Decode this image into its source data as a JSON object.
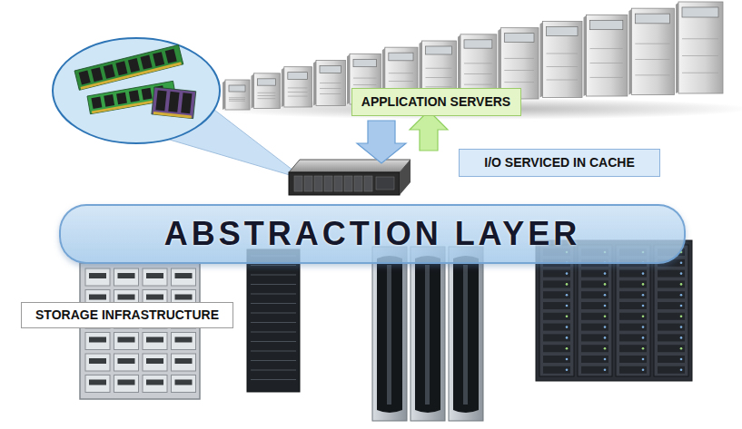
{
  "diagram": {
    "nodes": [
      {
        "text": [
          "APPLICATION SERVERS"
        ]
      },
      {
        "text": [
          "I/O SERVICED IN CACHE"
        ]
      },
      {
        "text": [
          "ABSTRACTION LAYER"
        ]
      },
      {
        "text": [
          "STORAGE INFRASTRUCTURE"
        ]
      }
    ]
  }
}
